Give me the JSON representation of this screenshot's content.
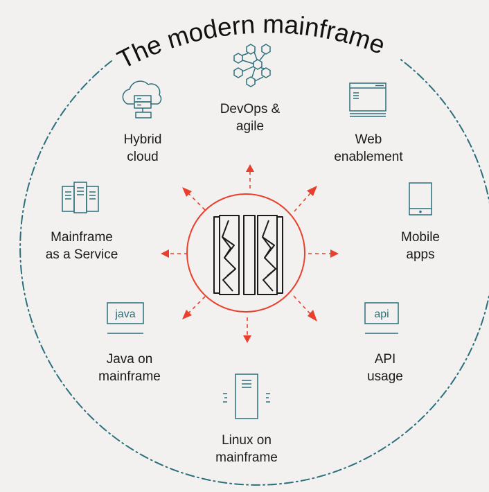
{
  "title": "The modern mainframe",
  "items": {
    "devops": {
      "line1": "DevOps &",
      "line2": "agile"
    },
    "hybrid": {
      "line1": "Hybrid",
      "line2": "cloud"
    },
    "web": {
      "line1": "Web",
      "line2": "enablement"
    },
    "maas": {
      "line1": "Mainframe",
      "line2": "as a Service"
    },
    "mobile": {
      "line1": "Mobile",
      "line2": "apps"
    },
    "java": {
      "line1": "Java on",
      "line2": "mainframe",
      "icon_text": "java"
    },
    "api": {
      "line1": "API",
      "line2": "usage",
      "icon_text": "api"
    },
    "linux": {
      "line1": "Linux on",
      "line2": "mainframe"
    }
  },
  "colors": {
    "background": "#f2f1ef",
    "icon_teal": "#2a6f7b",
    "accent_red": "#e8402c",
    "outline_dark": "#1a1a1a"
  },
  "icons": {
    "devops": "hexagon-network-icon",
    "hybrid": "cloud-server-icon",
    "web": "browser-window-icon",
    "maas": "server-stack-icon",
    "mobile": "mobile-phone-icon",
    "java": "java-code-icon",
    "api": "api-box-icon",
    "linux": "linux-server-icon",
    "center": "mainframe-icon"
  }
}
